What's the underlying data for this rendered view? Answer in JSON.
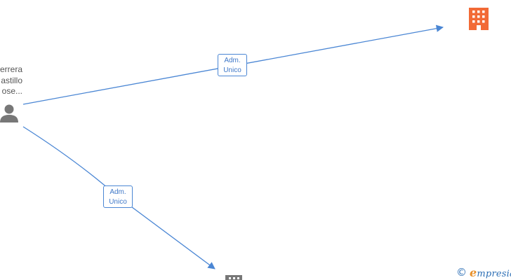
{
  "person": {
    "name_lines": [
      "errera",
      "astillo",
      "ose..."
    ],
    "icon": "person-icon",
    "color": "#777777"
  },
  "companies": [
    {
      "icon": "building-icon",
      "color": "#f26a36"
    },
    {
      "icon": "building-icon",
      "color": "#777777"
    }
  ],
  "edges": [
    {
      "label_line1": "Adm.",
      "label_line2": "Unico"
    },
    {
      "label_line1": "Adm.",
      "label_line2": "Unico"
    }
  ],
  "edge_color": "#4a86d4",
  "watermark": {
    "symbol": "©",
    "brand_initial": "e",
    "brand_rest": "mpresia"
  }
}
